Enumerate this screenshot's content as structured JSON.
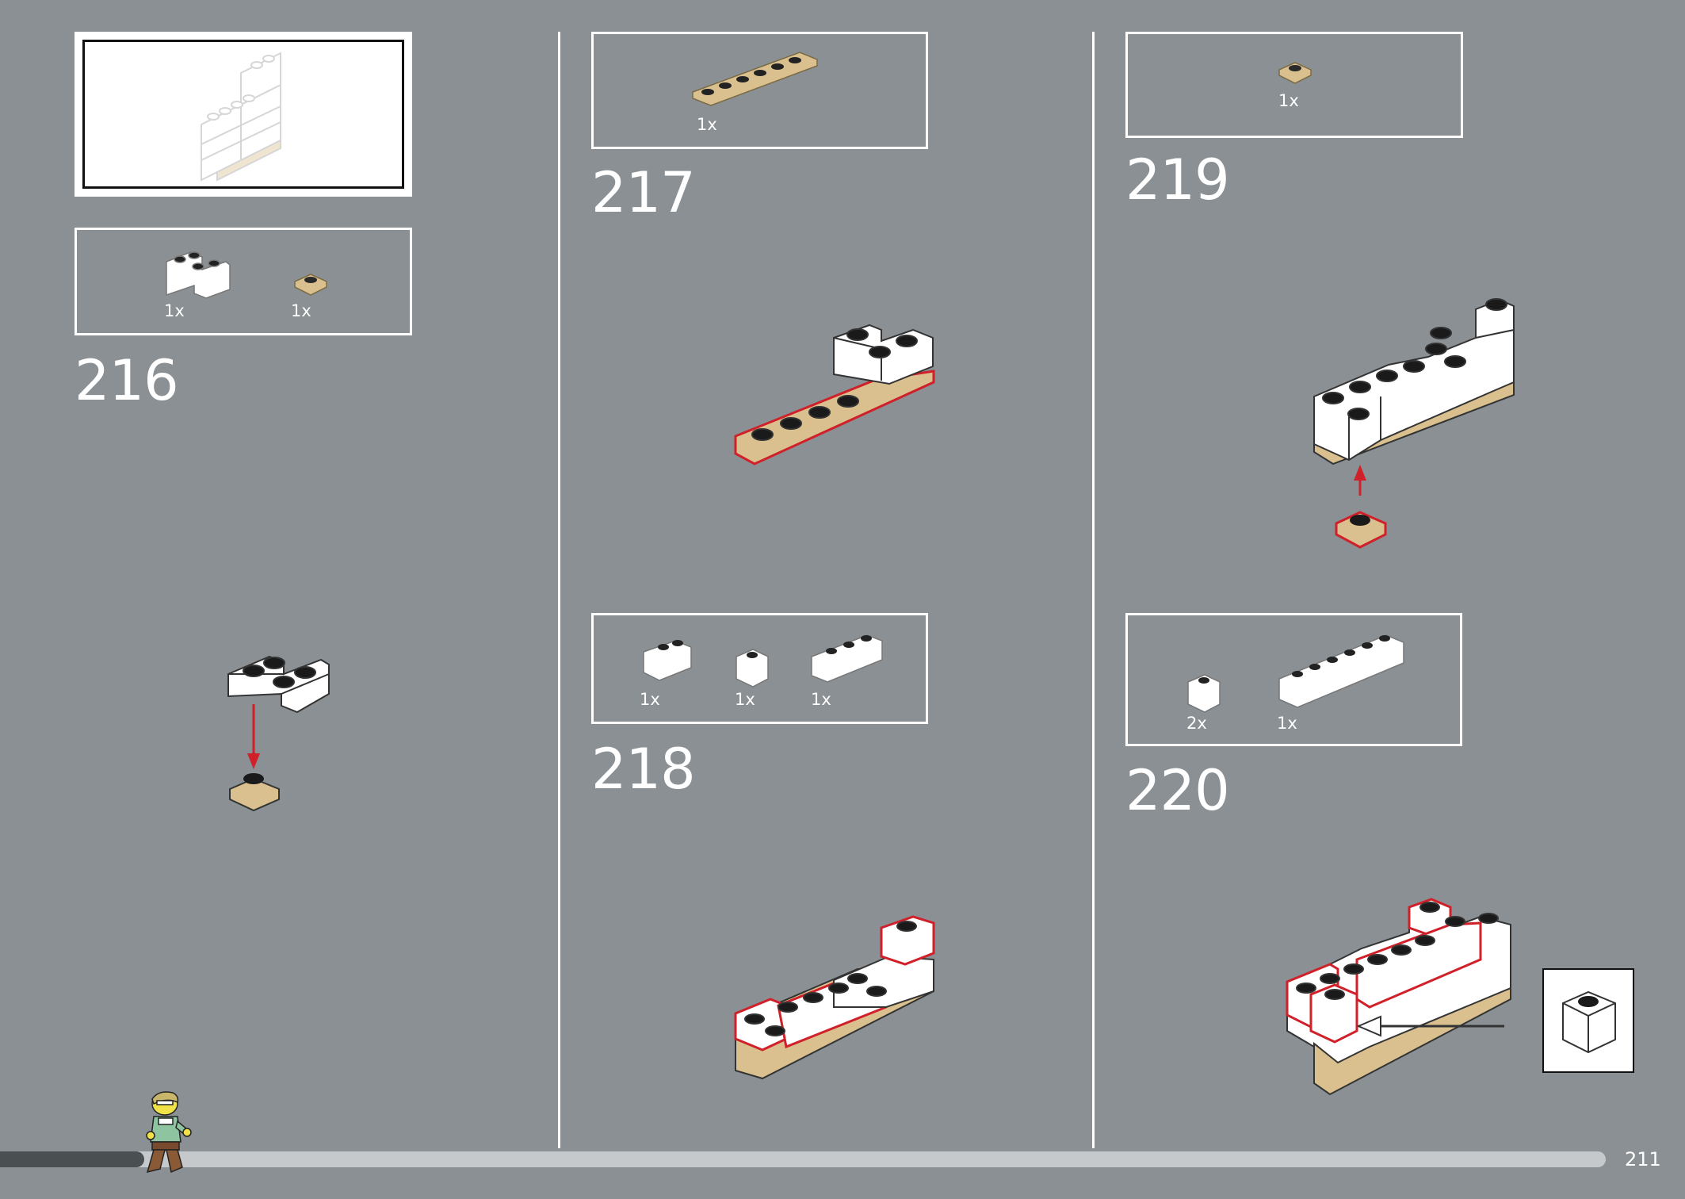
{
  "page": {
    "number": "211"
  },
  "progress": {
    "fraction": 0.09
  },
  "colors": {
    "background": "#8a9093",
    "brick_white": "#ffffff",
    "brick_tan": "#d9c08e",
    "highlight": "#d0202a",
    "progress_track": "#c5c9cb",
    "progress_fill": "#4a4f52"
  },
  "steps": [
    {
      "number": "216",
      "parts": [
        {
          "qty": "1x",
          "piece": "white corner brick 2x2"
        },
        {
          "qty": "1x",
          "piece": "tan plate 1x1"
        }
      ]
    },
    {
      "number": "217",
      "parts": [
        {
          "qty": "1x",
          "piece": "tan plate 1x6"
        }
      ]
    },
    {
      "number": "218",
      "parts": [
        {
          "qty": "1x",
          "piece": "white brick 1x2"
        },
        {
          "qty": "1x",
          "piece": "white brick 1x1"
        },
        {
          "qty": "1x",
          "piece": "white brick 1x3"
        }
      ]
    },
    {
      "number": "219",
      "parts": [
        {
          "qty": "1x",
          "piece": "tan plate 1x1"
        }
      ]
    },
    {
      "number": "220",
      "parts": [
        {
          "qty": "2x",
          "piece": "white brick 1x1"
        },
        {
          "qty": "1x",
          "piece": "white brick 1x6"
        }
      ]
    }
  ]
}
